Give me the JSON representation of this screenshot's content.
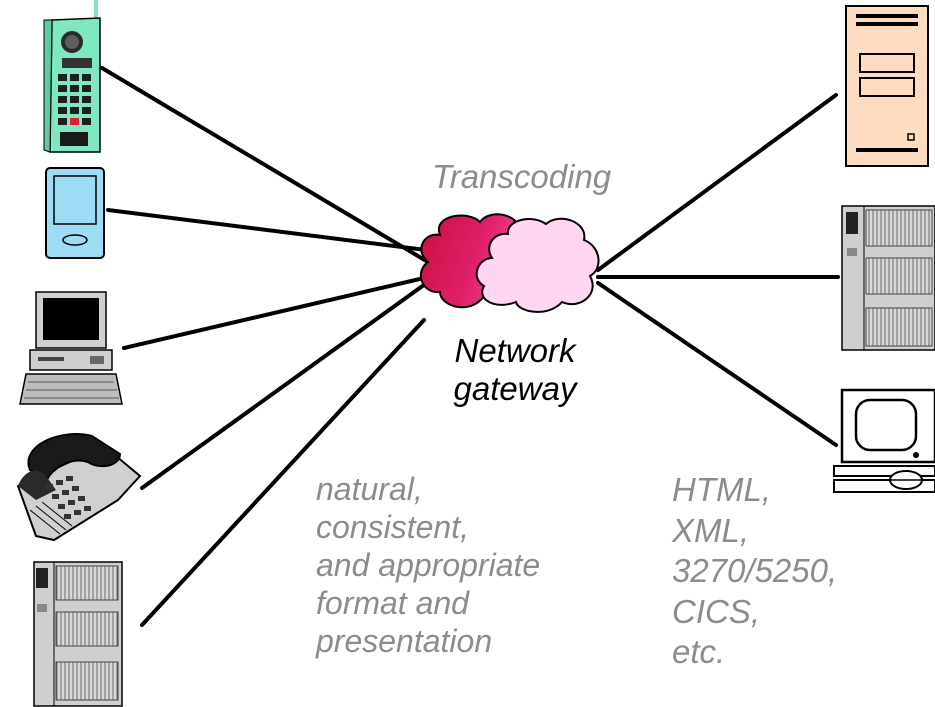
{
  "diagram": {
    "labels": {
      "transcoding": "Transcoding",
      "gateway": [
        "Network",
        "gateway"
      ],
      "format": [
        "natural,",
        "consistent,",
        "and appropriate",
        "format and",
        "presentation"
      ],
      "protocols": [
        "HTML,",
        "XML,",
        "3270/5250,",
        "CICS,",
        "etc."
      ]
    },
    "left_devices": [
      "cell-phone",
      "pda",
      "desktop-pc",
      "desk-telephone",
      "mainframe-server"
    ],
    "right_devices": [
      "tower-server",
      "mainframe-server",
      "terminal-workstation"
    ],
    "colors": {
      "cloud_front": "#d8184f",
      "cloud_back": "#ffd6f4",
      "phone_body": "#7fe8c0",
      "pda_body": "#9ddcf4",
      "tower_body": "#fddcc0",
      "server_body": "#cfcfcf",
      "label_grey": "#8c8c8c"
    }
  }
}
